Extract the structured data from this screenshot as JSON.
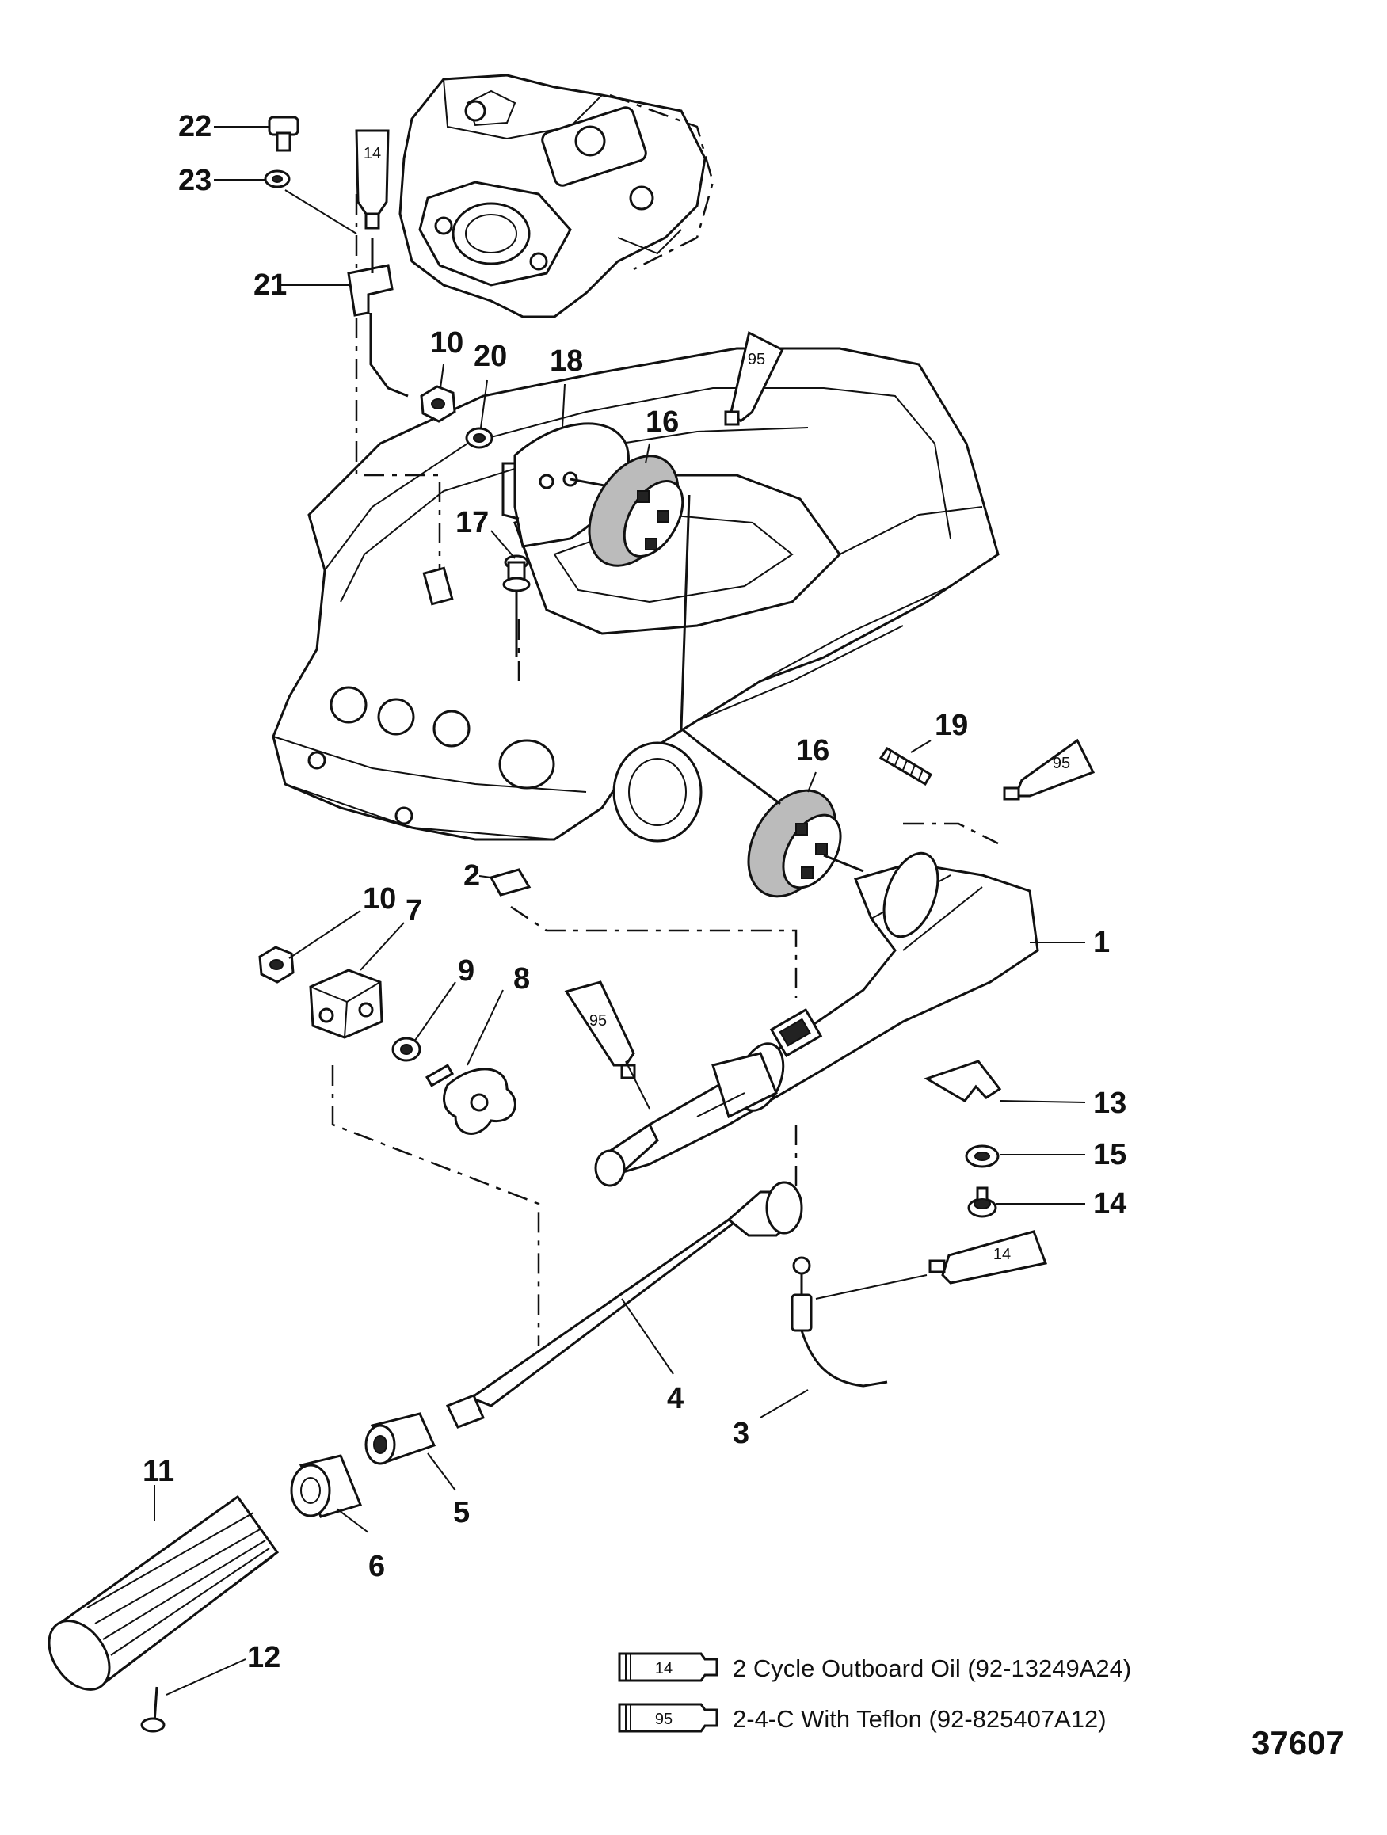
{
  "callouts": {
    "c1": "1",
    "c2": "2",
    "c3": "3",
    "c4": "4",
    "c5": "5",
    "c6": "6",
    "c7": "7",
    "c8": "8",
    "c9": "9",
    "c10a": "10",
    "c10b": "10",
    "c11": "11",
    "c12": "12",
    "c13": "13",
    "c14": "14",
    "c15": "15",
    "c16a": "16",
    "c16b": "16",
    "c17": "17",
    "c18": "18",
    "c19": "19",
    "c20": "20",
    "c21": "21",
    "c22": "22",
    "c23": "23"
  },
  "tubes": {
    "t14_top": "14",
    "t95_upper": "95",
    "t95_right": "95",
    "t95_middle": "95",
    "t14_lower": "14"
  },
  "legend": {
    "item1": {
      "badge": "14",
      "text": "2 Cycle Outboard Oil (92-13249A24)"
    },
    "item2": {
      "badge": "95",
      "text": "2-4-C  With Teflon (92-825407A12)"
    }
  },
  "figure_number": "37607"
}
